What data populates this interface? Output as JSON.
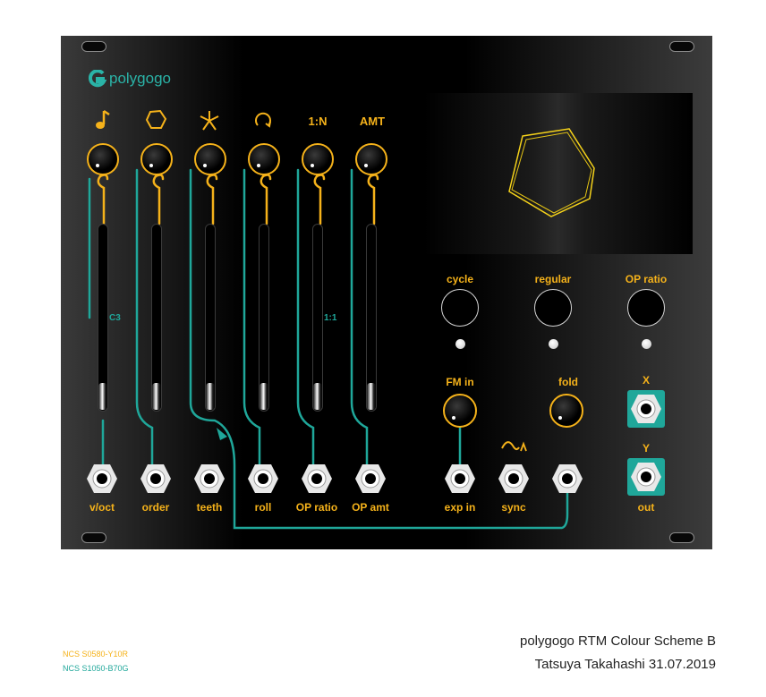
{
  "brand": {
    "name": "polygogo",
    "color": "#2ab3a7"
  },
  "colors": {
    "yellow": "#f5b21a",
    "teal": "#1fa79a",
    "panel": "#000000"
  },
  "top_row": [
    {
      "label": "",
      "icon": "music-note-icon"
    },
    {
      "label": "",
      "icon": "hexagon-icon"
    },
    {
      "label": "",
      "icon": "asterisk-icon"
    },
    {
      "label": "",
      "icon": "loop-arrow-icon"
    },
    {
      "label": "1:N",
      "icon": ""
    },
    {
      "label": "AMT",
      "icon": ""
    }
  ],
  "slider_markers": {
    "pitch": "C3",
    "ratio": "1:1"
  },
  "jacks": [
    "v/oct",
    "order",
    "teeth",
    "roll",
    "OP ratio",
    "OP amt",
    "exp in",
    "sync",
    "",
    "out"
  ],
  "buttons": [
    "cycle",
    "regular",
    "OP ratio"
  ],
  "knobs_right": [
    "FM in",
    "fold"
  ],
  "outputs": {
    "x": "X",
    "y": "Y",
    "out": "out"
  },
  "ncs": {
    "yellow": "NCS S0580-Y10R",
    "teal": "NCS S1050-B70G"
  },
  "footer": {
    "line1": "polygogo RTM Colour Scheme B",
    "line2": "Tatsuya Takahashi 31.07.2019"
  }
}
